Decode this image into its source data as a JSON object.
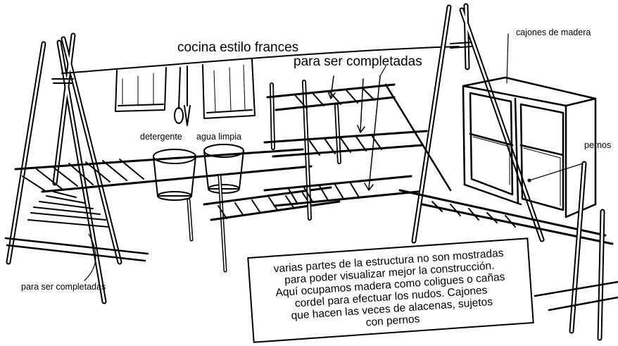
{
  "labels": {
    "title": "cocina estilo frances",
    "top_completar": "para ser completadas",
    "cajones": "cajones de madera",
    "pernos": "pernos",
    "detergente": "detergente",
    "agua": "agua limpia",
    "bottom_completar": "para ser completadas"
  },
  "note": {
    "text": "varias partes de la estructura no son mostradas\npara poder visualizar mejor la construcción.\nAquí ocupamos madera como coligues o cañas\ncordel para efectuar los nudos. Cajones\nque hacen las veces de alacenas, sujetos\ncon pernos"
  },
  "colors": {
    "ink": "#000000",
    "paper": "#ffffff"
  }
}
